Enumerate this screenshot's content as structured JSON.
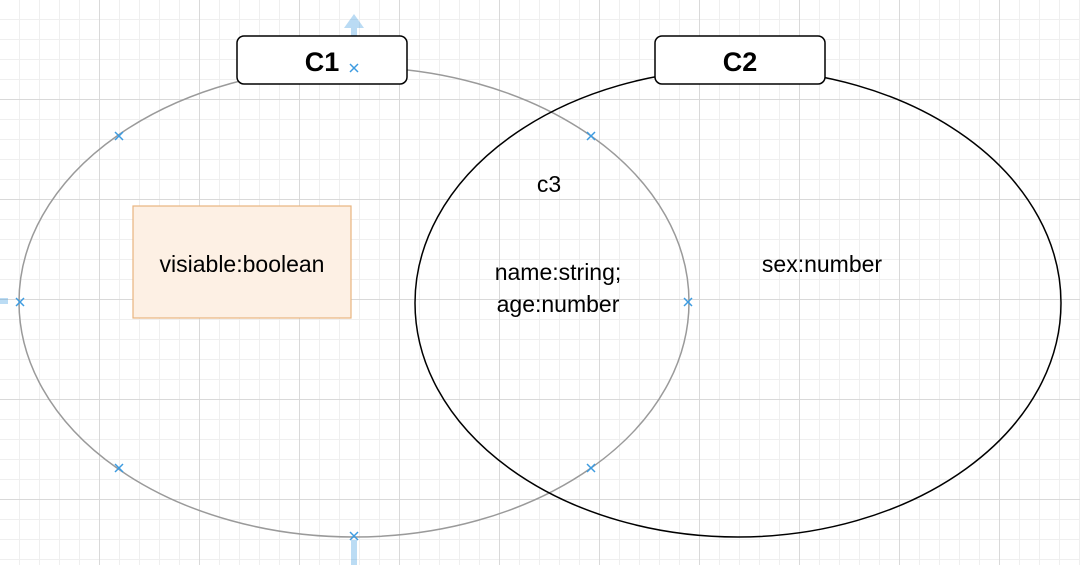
{
  "diagram": {
    "c1": {
      "title": "C1",
      "attribute": "visiable:boolean"
    },
    "c2": {
      "title": "C2",
      "attribute": "sex:number"
    },
    "intersection": {
      "title": "c3",
      "attributes": [
        "name:string;",
        "age:number"
      ]
    }
  },
  "colors": {
    "c1_stroke": "#9a9a9a",
    "c2_stroke": "#000000",
    "attr_box_fill": "#fdf0e4",
    "attr_box_stroke": "#e8b57f",
    "selection_marker": "#3d9be0"
  }
}
